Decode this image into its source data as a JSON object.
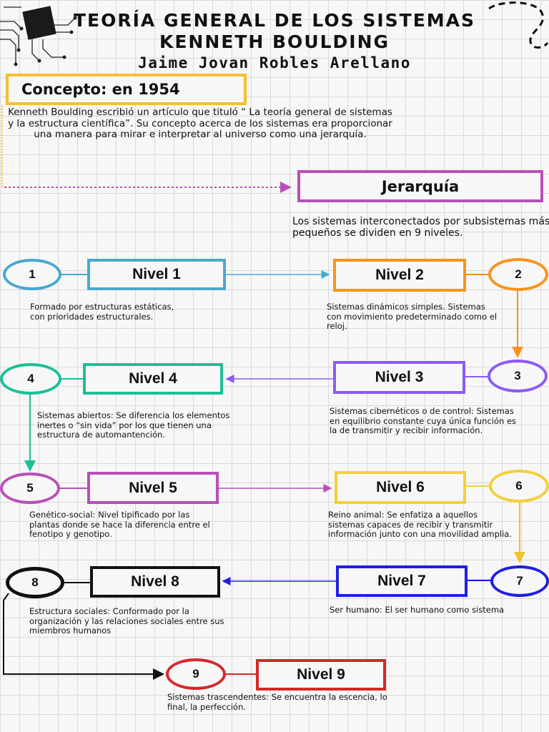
{
  "header": {
    "title_line1": "TEORÍA GENERAL DE LOS SISTEMAS",
    "title_line2": "KENNETH BOULDING",
    "author": "Jaime Jovan Robles Arellano"
  },
  "concept": {
    "label": "Concepto: en 1954",
    "text": "Kenneth Boulding escribió un artículo que tituló “ La teoría general de sistemas y la estructura científica”. Su concepto acerca de los sistemas era proporcionar una manera para mirar e interpretar al universo como una jerarquía."
  },
  "hierarchy": {
    "label": "Jerarquía",
    "text": "Los sistemas interconectados por subsistemas más pequeños se dividen en 9 niveles."
  },
  "colors": {
    "n1": "#4aa8d0",
    "n2": "#f7941d",
    "n3": "#8b5cf6",
    "n4": "#1bbf97",
    "n5": "#b84fb8",
    "n6": "#f2d03b",
    "n7": "#1f1fe0",
    "n8": "#111111",
    "n9": "#d62828",
    "concept": "#f2c12e",
    "hierarchy": "#b84fb8"
  },
  "levels": [
    {
      "number": "1",
      "label": "Nivel 1",
      "description": "Formado por estructuras estáticas, con prioridades estructurales."
    },
    {
      "number": "2",
      "label": "Nivel 2",
      "description": "Sistemas dinámicos simples. Sistemas con movimiento predeterminado como el reloj."
    },
    {
      "number": "3",
      "label": "Nivel 3",
      "description": "Sistemas cibernéticos o de control: Sistemas en equilibrio constante cuya única función es la de transmitir y recibir información."
    },
    {
      "number": "4",
      "label": "Nivel 4",
      "description": "Sistemas abiertos: Se diferencia los elementos inertes o “sin vida” por los que tienen una estructura de automantención."
    },
    {
      "number": "5",
      "label": "Nivel 5",
      "description": "Genético-social: Nivel tipificado por las plantas donde se hace la diferencia entre el fenotipo y genotipo."
    },
    {
      "number": "6",
      "label": "Nivel 6",
      "description": "Reino animal: Se enfatiza a aquellos sistemas capaces de recibir y transmitir información junto con una movilidad amplia."
    },
    {
      "number": "7",
      "label": "Nivel 7",
      "description": "Ser humano: El ser humano como sistema"
    },
    {
      "number": "8",
      "label": "Nivel 8",
      "description": "Estructura sociales: Conformado por la organización y las relaciones sociales entre sus miembros humanos"
    },
    {
      "number": "9",
      "label": "Nivel 9",
      "description": "Sistemas trascendentes: Se encuentra la escencia, lo final, la perfección."
    }
  ]
}
